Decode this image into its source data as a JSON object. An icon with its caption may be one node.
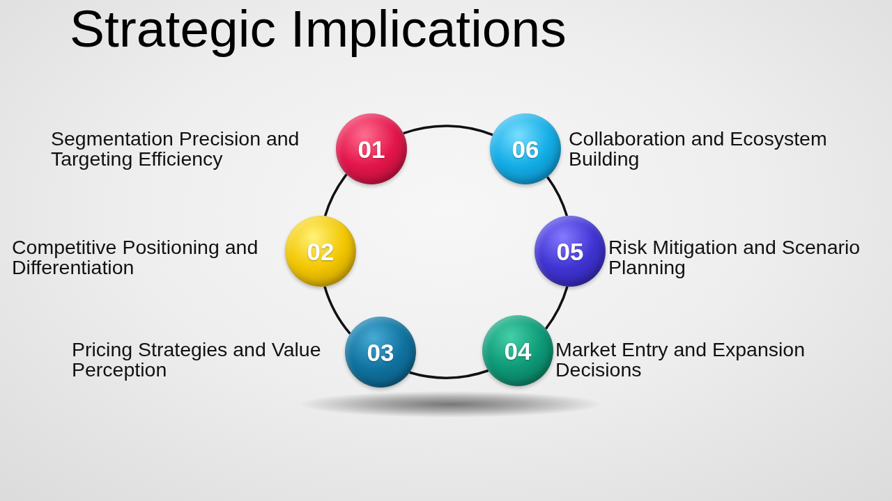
{
  "diagram": {
    "title": "Strategic Implications",
    "nodes": [
      {
        "text": [
          "01"
        ],
        "beside": [
          "Segmentation Precision and Targeting Efficiency"
        ]
      },
      {
        "text": [
          "02"
        ],
        "beside": [
          "Competitive Positioning and Differentiation"
        ]
      },
      {
        "text": [
          "03"
        ],
        "beside": [
          "Pricing Strategies and Value Perception"
        ]
      },
      {
        "text": [
          "04"
        ],
        "beside": [
          "Market Entry and Expansion Decisions"
        ]
      },
      {
        "text": [
          "05"
        ],
        "beside": [
          "Risk Mitigation and Scenario Planning"
        ]
      },
      {
        "text": [
          "06"
        ],
        "beside": [
          "Collaboration and Ecosystem Building"
        ]
      }
    ],
    "edges": [
      {
        "from": 0,
        "to": 5,
        "arrow": "none"
      },
      {
        "from": 5,
        "to": 4,
        "arrow": "none"
      },
      {
        "from": 4,
        "to": 3,
        "arrow": "none"
      },
      {
        "from": 3,
        "to": 2,
        "arrow": "none"
      },
      {
        "from": 2,
        "to": 1,
        "arrow": "none"
      },
      {
        "from": 1,
        "to": 0,
        "arrow": "none"
      }
    ]
  }
}
